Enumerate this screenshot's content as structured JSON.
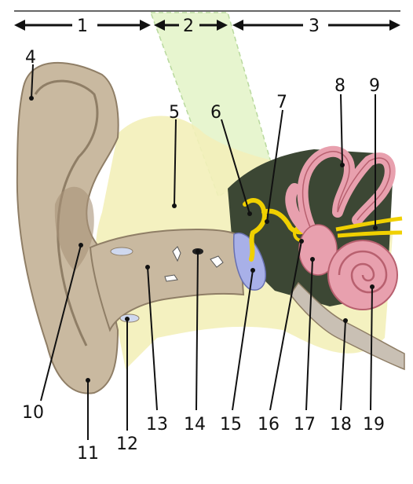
{
  "regions": {
    "outer": "1",
    "middle": "2",
    "inner": "3"
  },
  "labels": {
    "l4": "4",
    "l5": "5",
    "l6": "6",
    "l7": "7",
    "l8": "8",
    "l9": "9",
    "l10": "10",
    "l11": "11",
    "l12": "12",
    "l13": "13",
    "l14": "14",
    "l15": "15",
    "l16": "16",
    "l17": "17",
    "l18": "18",
    "l19": "19"
  },
  "colors": {
    "skin": "#c9b9a0",
    "skin_dark": "#8f7e66",
    "bone": "#f3efb9",
    "cochlea": "#e8a0ae",
    "cochlea_dark": "#b8606f",
    "eardrum": "#a8b0e8",
    "nerve": "#f0d000",
    "dark_bone": "#3c4734",
    "tube_green": "#d8f0b0"
  }
}
